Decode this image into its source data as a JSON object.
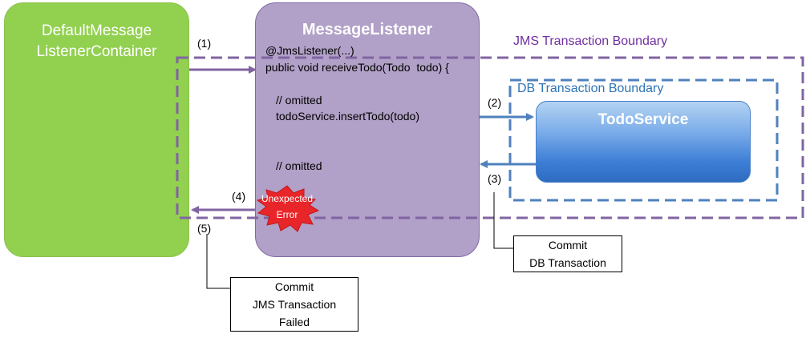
{
  "container": {
    "title_line1": "DefaultMessage",
    "title_line2": "ListenerContainer"
  },
  "listener": {
    "title": "MessageListener",
    "code_annotation": "@JmsListener(...)",
    "code_signature": "public void receiveTodo(Todo  todo) {",
    "code_comment1": "// omitted",
    "code_call": "todoService.insertTodo(todo)",
    "code_comment2": "// omitted"
  },
  "jms_boundary": {
    "label": "JMS Transaction Boundary",
    "color": "#7030a0"
  },
  "db_boundary": {
    "label": "DB Transaction Boundary",
    "color": "#2e75b6"
  },
  "todo_service": {
    "title": "TodoService"
  },
  "steps": {
    "s1": "(1)",
    "s2": "(2)",
    "s3": "(3)",
    "s4": "(4)",
    "s5": "(5)"
  },
  "error": {
    "line1": "Unexpected",
    "line2": "Error",
    "color": "#e8262a"
  },
  "callouts": {
    "db_commit_line1": "Commit",
    "db_commit_line2": "DB Transaction",
    "jms_commit_line1": "Commit",
    "jms_commit_line2": "JMS Transaction",
    "jms_commit_line3": "Failed"
  },
  "colors": {
    "container_fill": "#92d050",
    "listener_fill": "#b1a0c7",
    "jms_arrow": "#8064a2",
    "db_arrow": "#4f81bd"
  }
}
